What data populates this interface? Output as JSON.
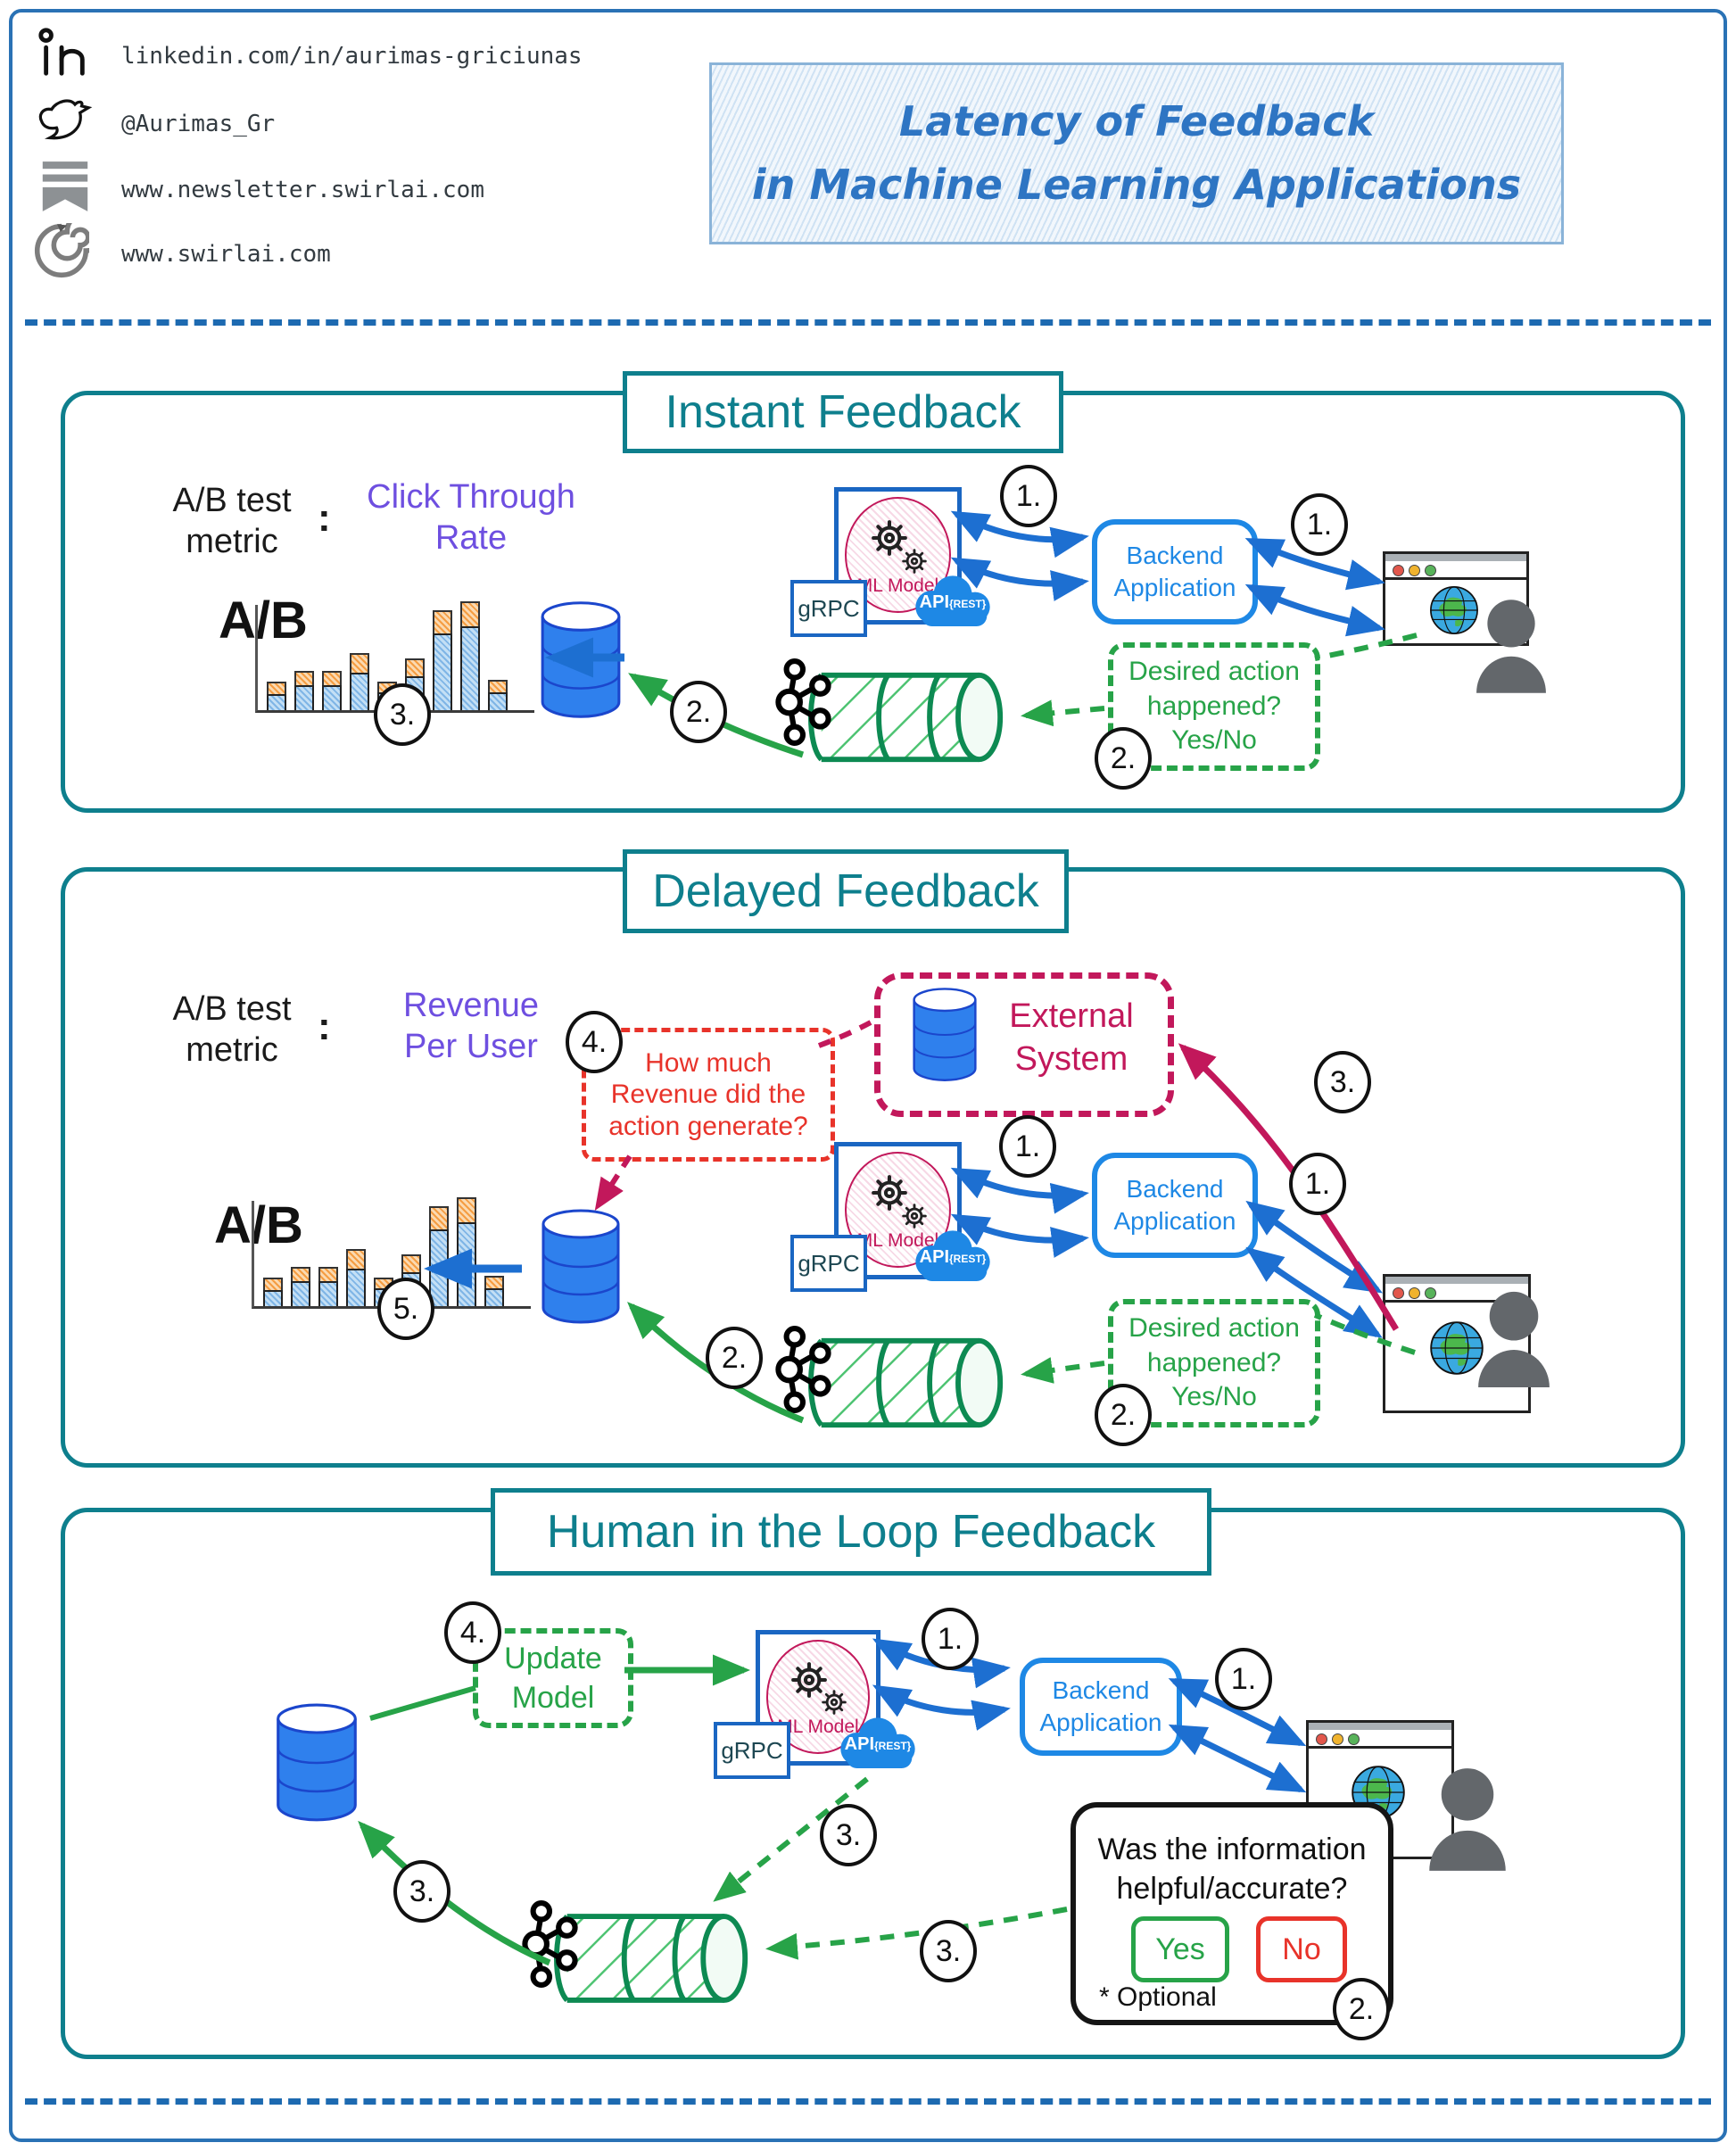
{
  "header": {
    "links": [
      {
        "icon": "linkedin-icon",
        "text": "linkedin.com/in/aurimas-griciunas"
      },
      {
        "icon": "twitter-icon",
        "text": "@Aurimas_Gr"
      },
      {
        "icon": "newsletter-icon",
        "text": "www.newsletter.swirlai.com"
      },
      {
        "icon": "swirl-icon",
        "text": "www.swirlai.com"
      }
    ],
    "title": {
      "line1": "Latency of Feedback",
      "line2": "in Machine Learning Applications"
    }
  },
  "shared": {
    "ml_model": "ML Model",
    "grpc": "gRPC",
    "api": "API",
    "api_rest": "{REST}",
    "backend": {
      "line1": "Backend",
      "line2": "Application"
    },
    "ab_label": "A/B",
    "metric": {
      "line1": "A/B test",
      "line2": "metric",
      "colon": ":"
    },
    "desired": {
      "line1": "Desired action",
      "line2": "happened?",
      "line3": "Yes/No"
    }
  },
  "badges": {
    "b1": "1.",
    "b2": "2.",
    "b3": "3.",
    "b4": "4.",
    "b5": "5."
  },
  "sections": {
    "instant": {
      "title": "Instant Feedback",
      "metric_value": {
        "line1": "Click Through",
        "line2": "Rate"
      }
    },
    "delayed": {
      "title": "Delayed Feedback",
      "metric_value": {
        "line1": "Revenue",
        "line2": "Per User"
      },
      "external": {
        "line1": "External",
        "line2": "System"
      },
      "revenue_question": {
        "line1": "How much",
        "line2": "Revenue did the",
        "line3": "action generate?"
      }
    },
    "hitl": {
      "title": "Human in the Loop Feedback",
      "update": {
        "line1": "Update",
        "line2": "Model"
      },
      "question": {
        "line1": "Was the information",
        "line2": "helpful/accurate?",
        "yes": "Yes",
        "no": "No",
        "optional": "* Optional"
      }
    }
  },
  "ab_chart": {
    "bars": [
      {
        "blue": 16,
        "orange": 12
      },
      {
        "blue": 26,
        "orange": 14
      },
      {
        "blue": 26,
        "orange": 14
      },
      {
        "blue": 40,
        "orange": 20
      },
      {
        "blue": 18,
        "orange": 10
      },
      {
        "blue": 36,
        "orange": 18
      },
      {
        "blue": 84,
        "orange": 24
      },
      {
        "blue": 92,
        "orange": 26
      },
      {
        "blue": 18,
        "orange": 12
      }
    ]
  },
  "colors": {
    "teal": "#0e7f8d",
    "blue": "#1d6fd1",
    "green": "#27a348",
    "crimson": "#c2185b",
    "red": "#e8332a",
    "purple": "#6e4fe0",
    "db_blue": "#2f80ed"
  }
}
